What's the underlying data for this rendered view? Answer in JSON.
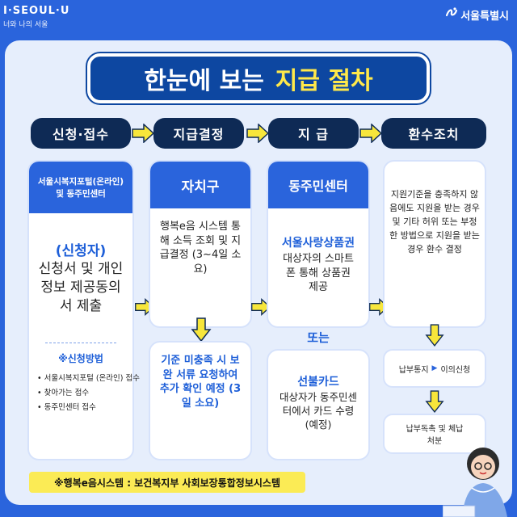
{
  "branding": {
    "left_logo": "I·SEOUL·U",
    "left_tagline": "너와 나의 서울",
    "right_logo": "서울특별시",
    "right_logo_icon": "seoul-swirl-icon"
  },
  "title": {
    "part1": "한눈에 보는",
    "part2": "지급 절차"
  },
  "steps": [
    "신청·접수",
    "지급결정",
    "지  급",
    "환수조치"
  ],
  "col1": {
    "header": "서울시복지포털(온라인) 및 동주민센터",
    "who": "(신청자)",
    "body": "신청서 및 개인정보 제공동의서 제출",
    "method_title": "※신청방법",
    "methods": [
      "서울시복지포털 (온라인) 접수",
      "찾아가는 접수",
      "동주민센터 접수"
    ]
  },
  "col2": {
    "header": "자치구",
    "body": "행복e음 시스템 통해 소득 조회 및 지급결정 (3~4일 소요)",
    "sub": "기준 미충족 시 보완 서류 요청하여 추가 확인 예정 (3일 소요)"
  },
  "col3": {
    "header": "동주민센터",
    "highlight": "서울사랑상품권",
    "body": "대상자의 스마트폰 통해 상품권 제공",
    "or_label": "또는",
    "alt_highlight": "선불카드",
    "alt_body": "대상자가 동주민센터에서 카드 수령(예정)"
  },
  "col4": {
    "body": "지원기준을 충족하지 않음에도 지원을 받는 경우 및 기타 허위 또는 부정한 방법으로 지원을 받는 경우 환수 결정",
    "notice": "납부통지",
    "objection": "이의신청",
    "final": "납부독촉 및 체납처분"
  },
  "footnote": "※행복e음시스템 : 보건복지부 사회보장통합정보시스템",
  "colors": {
    "navy": "#0e2a55",
    "blue": "#2a64dc",
    "yellow": "#ffe94a",
    "arrow": "#f7e63b"
  }
}
